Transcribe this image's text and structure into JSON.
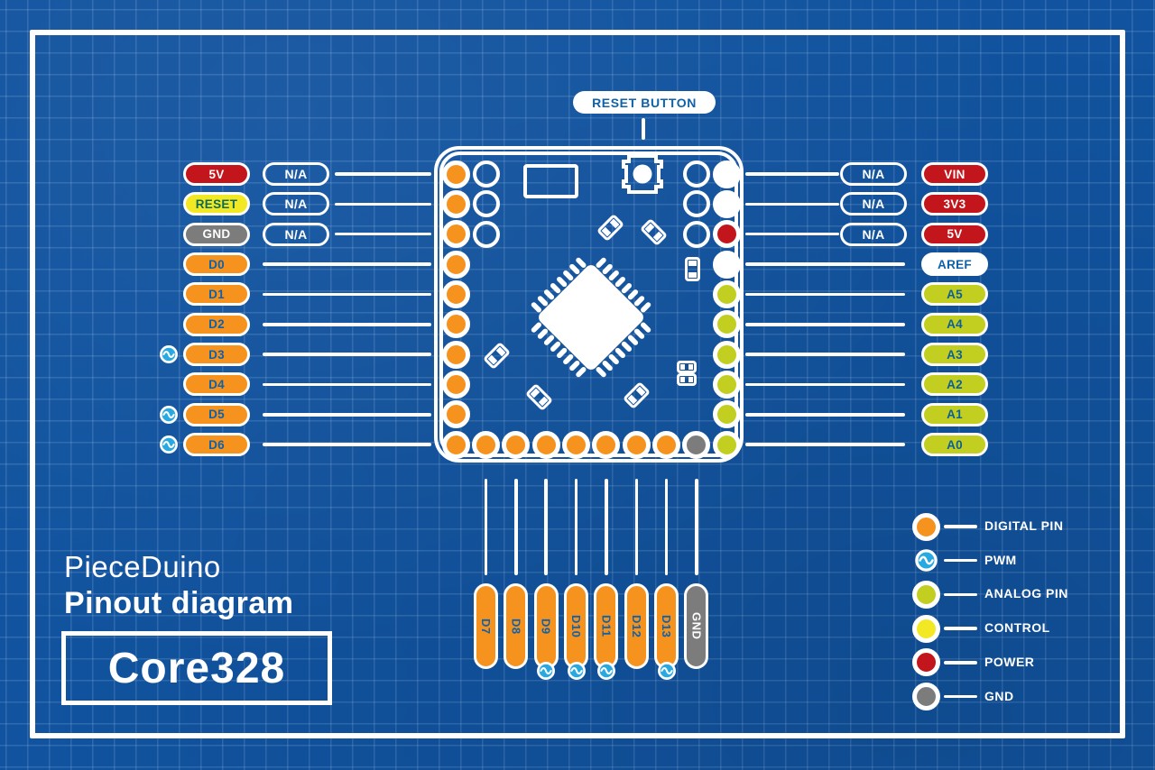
{
  "title": {
    "line1": "PieceDuino",
    "line2": "Pinout diagram",
    "model": "Core328"
  },
  "reset_button_label": "RESET BUTTON",
  "na_label": "N/A",
  "colors": {
    "digital": "#f6921e",
    "power": "#c3161c",
    "control": "#f3e824",
    "gnd": "#7d7c7c",
    "analog": "#c2cf21",
    "pwm": "#29a9e1",
    "label_blue": "#0f61a9",
    "reset_text": "#0b6b56",
    "analog_text": "#0d6094",
    "background": "#11539f",
    "grid": "rgba(190,220,255,0.17)"
  },
  "left_pins": [
    {
      "label": "5V",
      "type": "power",
      "na": true
    },
    {
      "label": "RESET",
      "type": "control",
      "na": true
    },
    {
      "label": "GND",
      "type": "gnd",
      "na": true
    },
    {
      "label": "D0",
      "type": "digital"
    },
    {
      "label": "D1",
      "type": "digital"
    },
    {
      "label": "D2",
      "type": "digital"
    },
    {
      "label": "D3",
      "type": "digital",
      "pwm": true
    },
    {
      "label": "D4",
      "type": "digital"
    },
    {
      "label": "D5",
      "type": "digital",
      "pwm": true
    },
    {
      "label": "D6",
      "type": "digital",
      "pwm": true
    }
  ],
  "right_pins": [
    {
      "label": "VIN",
      "type": "power",
      "na": true
    },
    {
      "label": "3V3",
      "type": "power",
      "na": true
    },
    {
      "label": "5V",
      "type": "power",
      "na": true
    },
    {
      "label": "AREF",
      "type": "aref"
    },
    {
      "label": "A5",
      "type": "analog"
    },
    {
      "label": "A4",
      "type": "analog"
    },
    {
      "label": "A3",
      "type": "analog"
    },
    {
      "label": "A2",
      "type": "analog"
    },
    {
      "label": "A1",
      "type": "analog"
    },
    {
      "label": "A0",
      "type": "analog"
    }
  ],
  "bottom_pins": [
    {
      "label": "D7",
      "type": "digital"
    },
    {
      "label": "D8",
      "type": "digital"
    },
    {
      "label": "D9",
      "type": "digital",
      "pwm": true
    },
    {
      "label": "D10",
      "type": "digital",
      "pwm": true
    },
    {
      "label": "D11",
      "type": "digital",
      "pwm": true
    },
    {
      "label": "D12",
      "type": "digital"
    },
    {
      "label": "D13",
      "type": "digital",
      "pwm": true
    },
    {
      "label": "GND",
      "type": "gnd"
    }
  ],
  "board": {
    "left_pad_types": [
      "digital",
      "digital",
      "digital",
      "digital",
      "digital",
      "digital",
      "digital",
      "digital",
      "digital",
      "digital"
    ],
    "right_pad_types": [
      "white",
      "white",
      "power",
      "white",
      "analog",
      "analog",
      "analog",
      "analog",
      "analog",
      "analog"
    ],
    "bottom_pad_types": [
      "digital",
      "digital",
      "digital",
      "digital",
      "digital",
      "digital",
      "digital",
      "gnd"
    ],
    "inner_hole_rows": 3
  },
  "legend": [
    {
      "label": "DIGITAL PIN",
      "type": "digital"
    },
    {
      "label": "PWM",
      "type": "pwm"
    },
    {
      "label": "ANALOG PIN",
      "type": "analog"
    },
    {
      "label": "CONTROL",
      "type": "control"
    },
    {
      "label": "POWER",
      "type": "power"
    },
    {
      "label": "GND",
      "type": "gnd"
    }
  ]
}
